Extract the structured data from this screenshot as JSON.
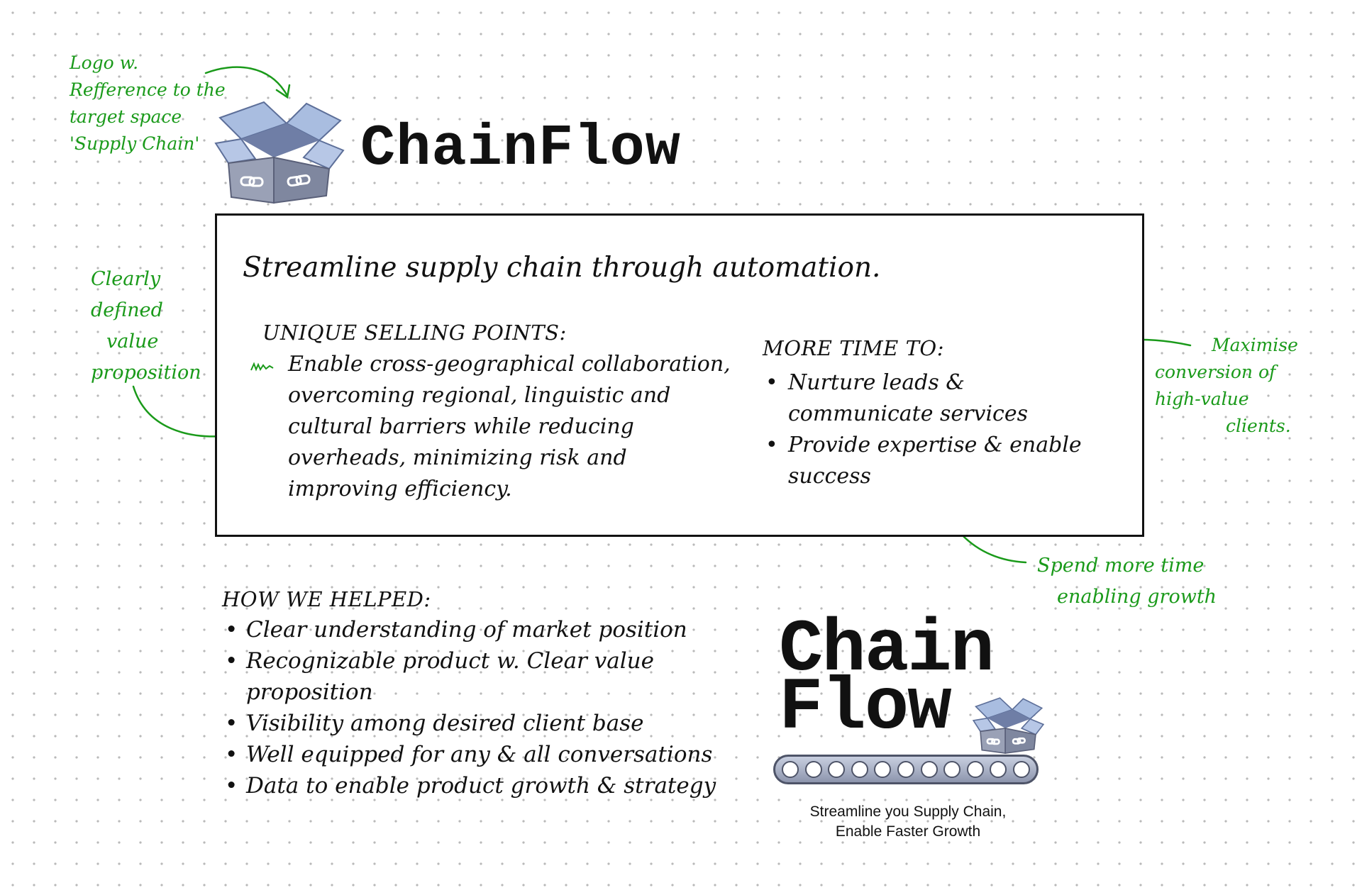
{
  "brand": {
    "title": "ChainFlow"
  },
  "value_proposition": {
    "headline": "Streamline supply chain through automation.",
    "usp_heading": "UNIQUE SELLING POINTS:",
    "usp_text": "Enable cross-geographical collaboration, overcoming regional, linguistic and cultural barriers while reducing overheads, minimizing risk and improving efficiency.",
    "time_heading": "MORE TIME TO:",
    "time_items": [
      "Nurture leads & communicate services",
      "Provide expertise & enable success"
    ]
  },
  "outcomes": {
    "heading": "HOW WE HELPED:",
    "items": [
      "Clear understanding of market position",
      "Recognizable product w. Clear value proposition",
      "Visibility among desired client base",
      "Well equipped for any & all conversations",
      "Data to enable product growth & strategy"
    ]
  },
  "final_logo": {
    "line1": "Chain",
    "line2": "Flow",
    "tagline_line1": "Streamline you Supply Chain,",
    "tagline_line2": "Enable Faster Growth"
  },
  "annotations": {
    "logo_note": [
      "Logo w.",
      "Refference to the",
      "target space",
      "'Supply Chain'"
    ],
    "value_note": [
      "Clearly defined",
      "value",
      "proposition"
    ],
    "maximise_note": [
      "Maximise",
      "conversion of",
      "high-value",
      "clients."
    ],
    "spend_note": [
      "Spend more time",
      "enabling growth"
    ]
  },
  "colors": {
    "annotation": "#1a9a1a",
    "box_light": "#a9bde0",
    "box_dark": "#7d8fb8",
    "body_gray": "#8f96ad",
    "ink": "#111111"
  },
  "icons": {
    "logo_mark": "open-box-with-chain-links-icon",
    "conveyor": "conveyor-belt-icon",
    "bullet": "bullet-dot"
  }
}
